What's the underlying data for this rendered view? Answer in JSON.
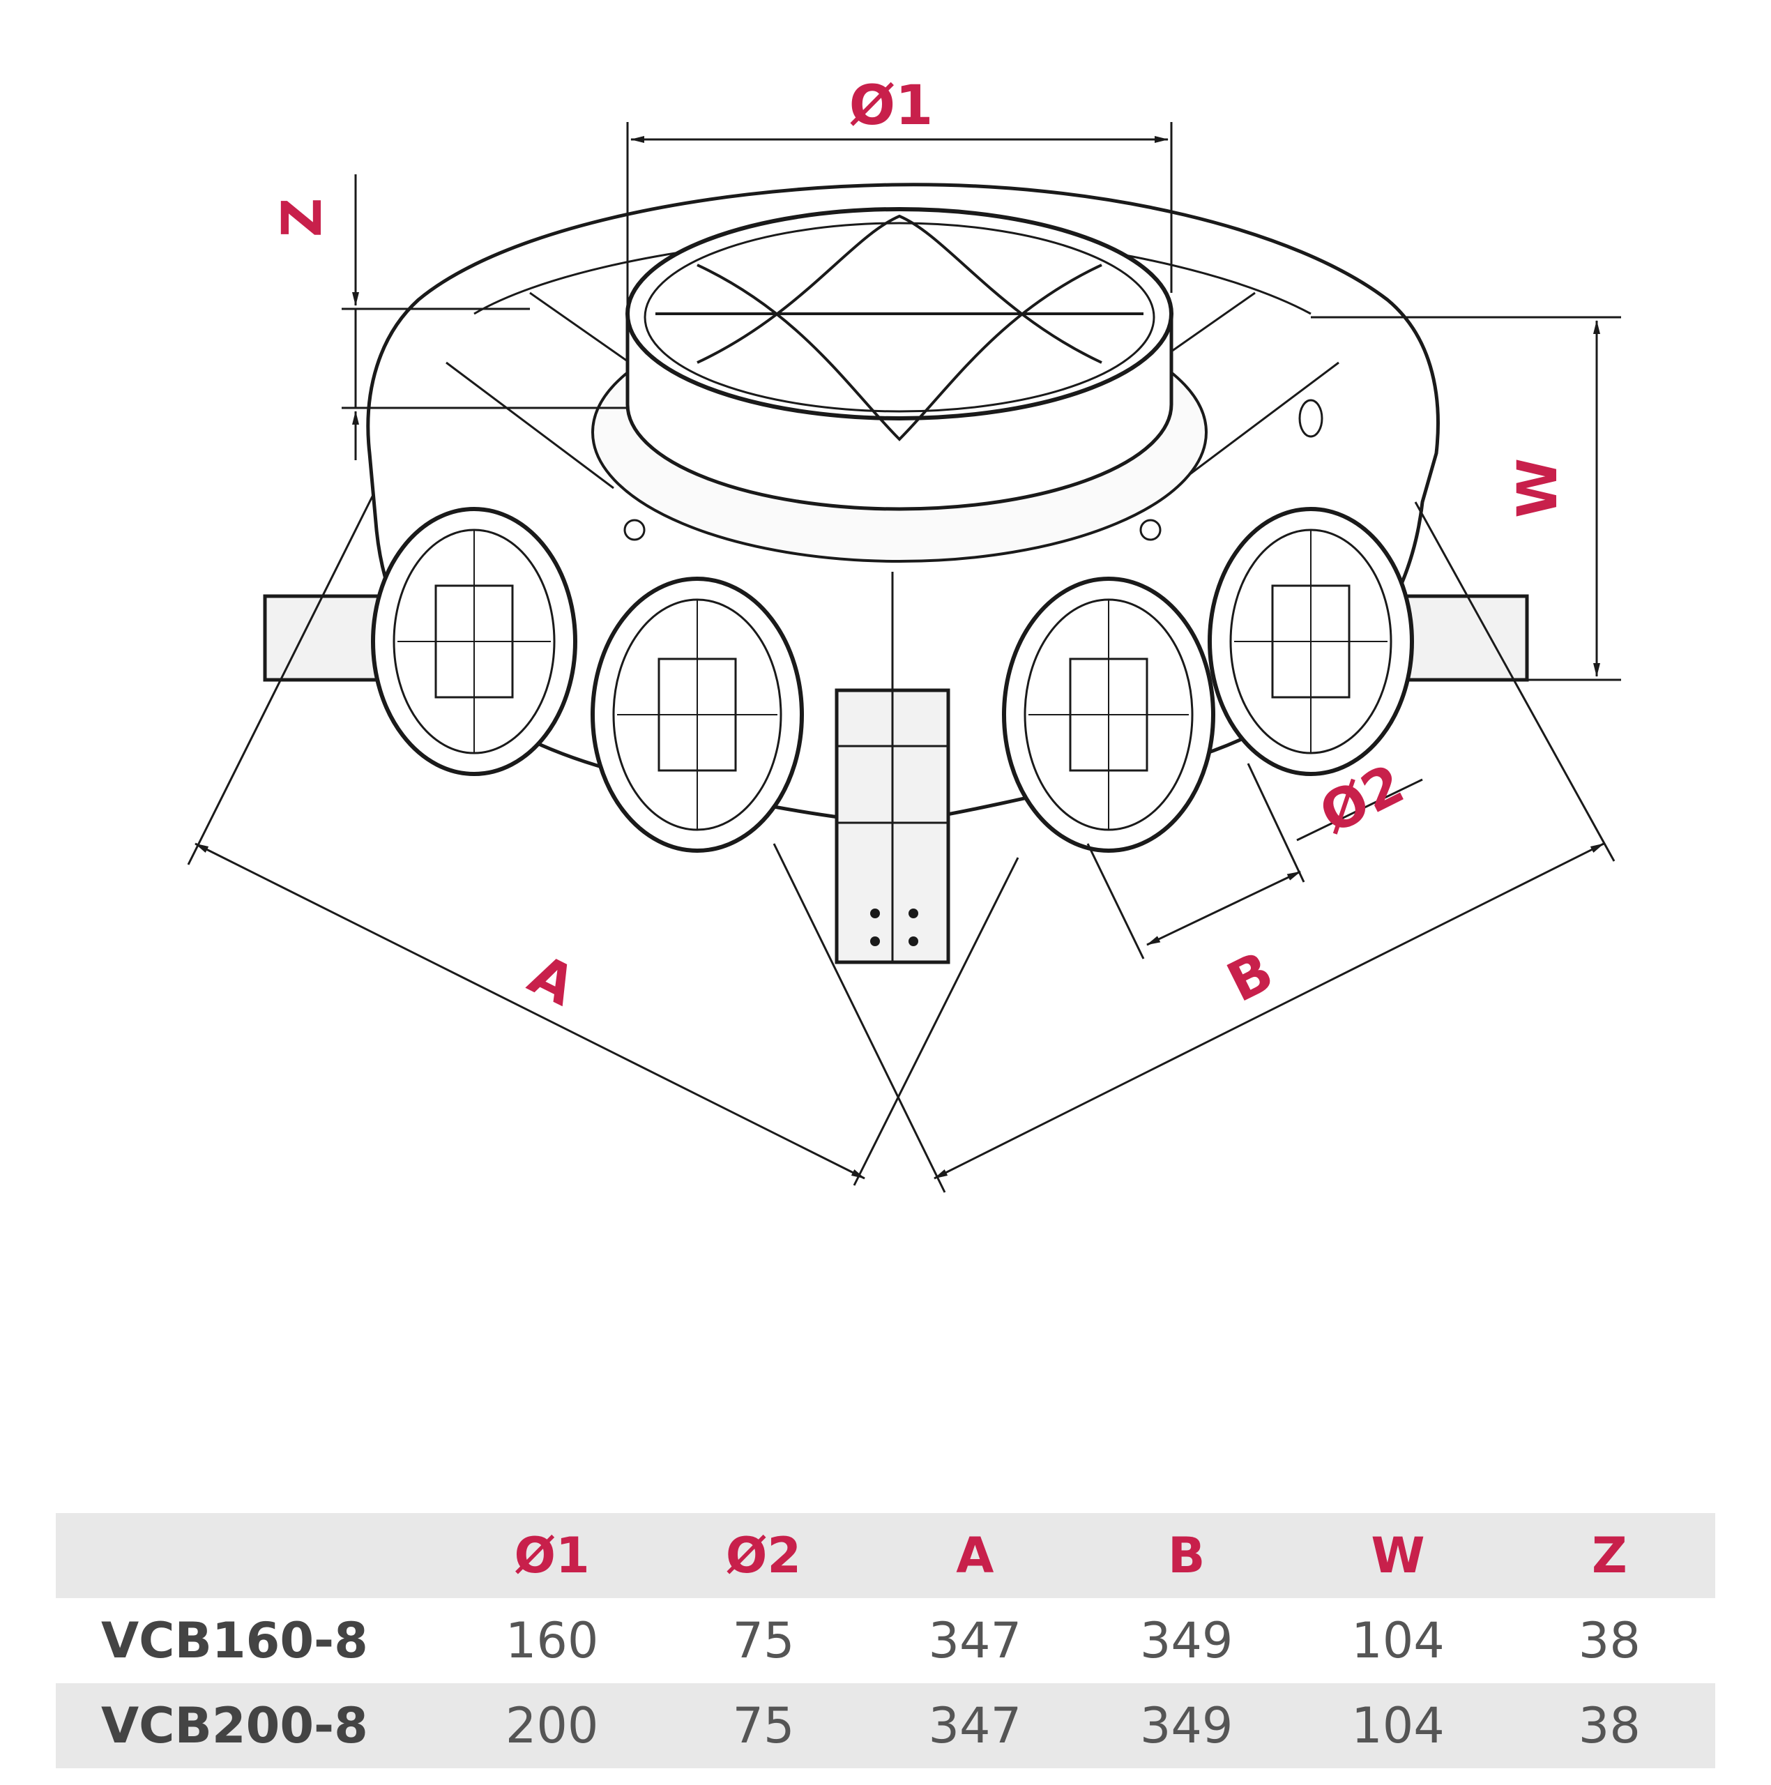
{
  "colors": {
    "accent": "#c8204b",
    "ink": "#1a1a1a",
    "table_shade": "#e8e8e8",
    "value_text": "#555555"
  },
  "drawing": {
    "labels": {
      "d1": "Ø1",
      "d2": "Ø2",
      "a": "A",
      "b": "B",
      "w": "W",
      "z": "Z"
    }
  },
  "table": {
    "header": [
      "",
      "Ø1",
      "Ø2",
      "A",
      "B",
      "W",
      "Z"
    ],
    "rows": [
      {
        "model": "VCB160-8",
        "values": [
          "160",
          "75",
          "347",
          "349",
          "104",
          "38"
        ]
      },
      {
        "model": "VCB200-8",
        "values": [
          "200",
          "75",
          "347",
          "349",
          "104",
          "38"
        ]
      }
    ]
  }
}
